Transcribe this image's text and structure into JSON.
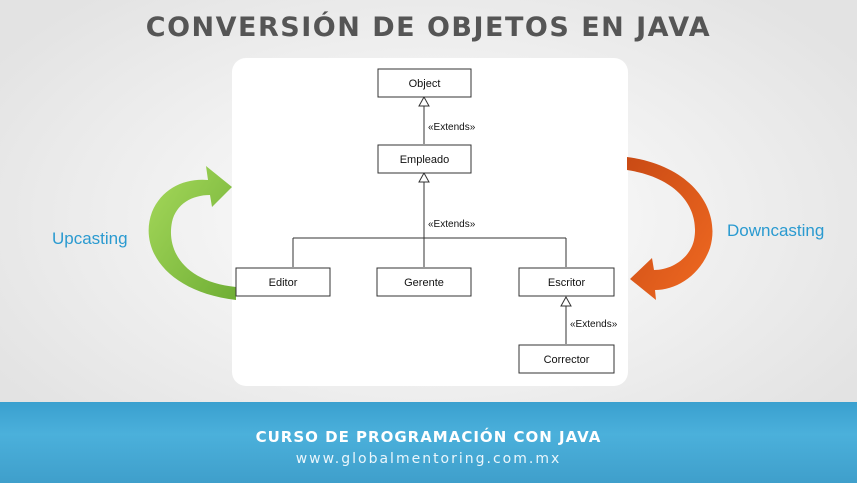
{
  "title": "CONVERSIÓN DE OBJETOS EN JAVA",
  "diagram": {
    "nodes": {
      "object": "Object",
      "empleado": "Empleado",
      "editor": "Editor",
      "gerente": "Gerente",
      "escritor": "Escritor",
      "corrector": "Corrector"
    },
    "stereotype": "«Extends»"
  },
  "labels": {
    "upcasting": "Upcasting",
    "downcasting": "Downcasting"
  },
  "footer": {
    "course": "CURSO DE PROGRAMACIÓN CON JAVA",
    "url": "www.globalmentoring.com.mx"
  },
  "colors": {
    "upcasting_arrow": "#7cc242",
    "downcasting_arrow": "#e8521b",
    "label_blue": "#2a9ad0",
    "footer_blue": "#3aa0cf"
  }
}
